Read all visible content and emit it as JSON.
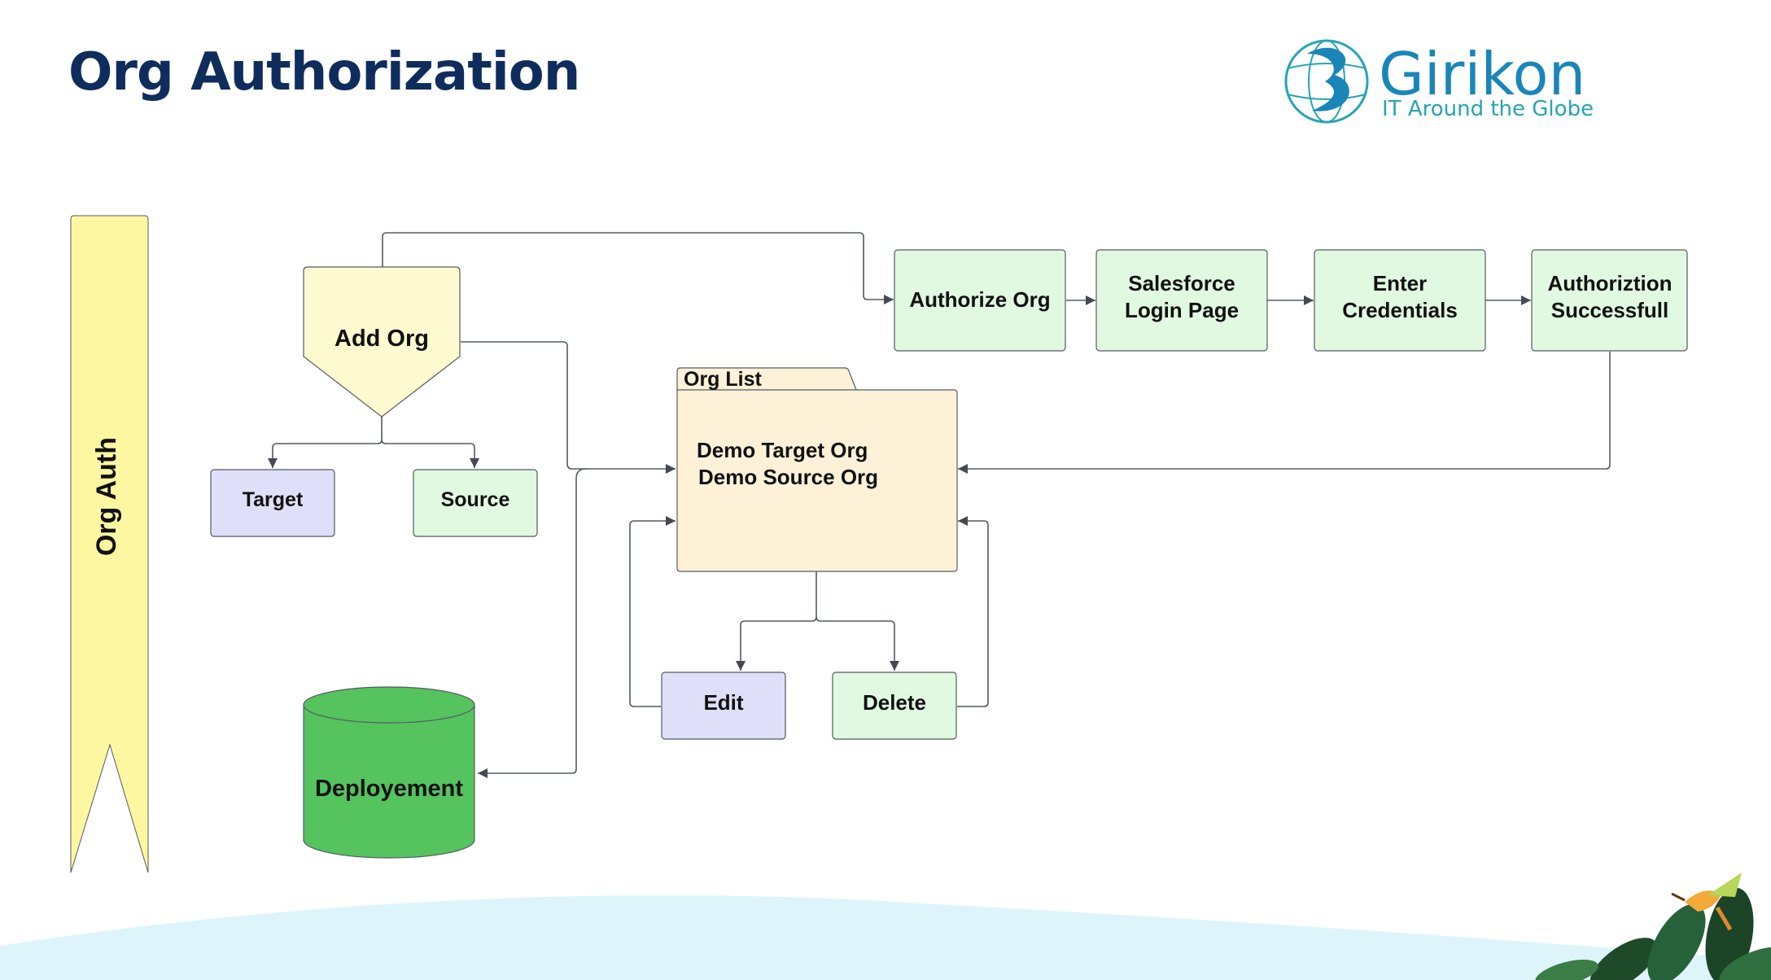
{
  "page": {
    "title": "Org Authorization"
  },
  "logo": {
    "name": "Girikon",
    "tagline": "IT Around the Globe",
    "icon": "globe-icon"
  },
  "swimlane": {
    "label": "Org Auth"
  },
  "nodes": {
    "add_org": "Add Org",
    "target": "Target",
    "source": "Source",
    "authorize_org": "Authorize Org",
    "salesforce_login": [
      "Salesforce",
      "Login Page"
    ],
    "enter_credentials": [
      "Enter",
      "Credentials"
    ],
    "auth_success": [
      "Authoriztion",
      "Successfull"
    ],
    "org_list": {
      "tab_label": "Org List",
      "items": [
        "Demo Target Org",
        "Demo Source Org"
      ]
    },
    "edit": "Edit",
    "delete": "Delete",
    "deployment": "Deployement"
  },
  "colors": {
    "title": "#0f2d5c",
    "light_green": "#e1f8e1",
    "light_blue": "#dfdff9",
    "light_yellow": "#fdfbcf",
    "lane_yellow": "#fdf7a1",
    "folder": "#fdf2d8",
    "db_green": "#55c35e",
    "wave": "#def4fb",
    "connector": "#555a63",
    "logo_blue": "#1a86b8",
    "logo_teal": "#26a5b3"
  }
}
